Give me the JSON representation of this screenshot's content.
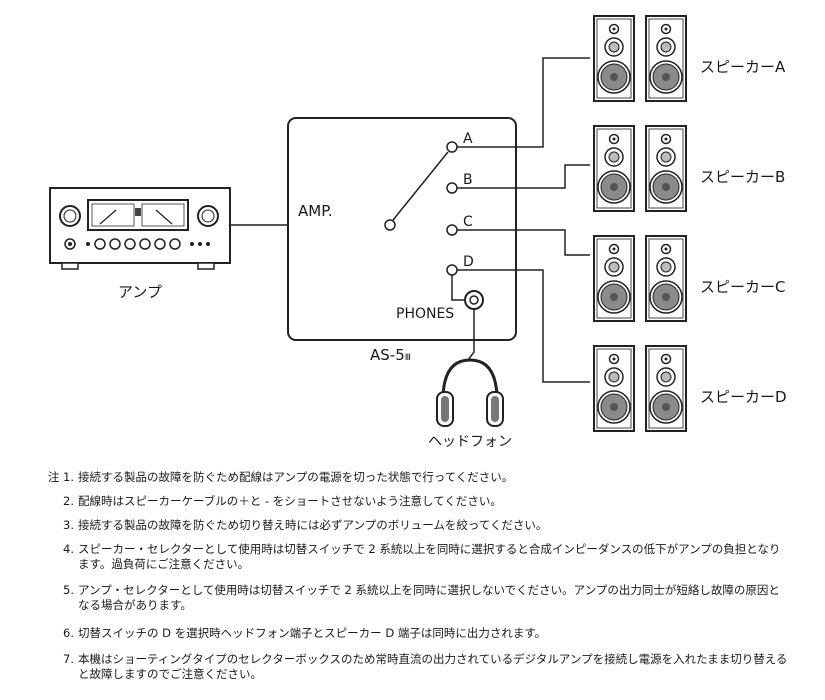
{
  "labels": {
    "amp_in": "AMP.",
    "port_a": "A",
    "port_b": "B",
    "port_c": "C",
    "port_d": "D",
    "phones": "PHONES",
    "model": "AS-5",
    "model_suffix": "Ⅲ",
    "amplifier": "アンプ",
    "headphone": "ヘッドフォン",
    "speaker_a": "スピーカーA",
    "speaker_b": "スピーカーB",
    "speaker_c": "スピーカーC",
    "speaker_d": "スピーカーD"
  },
  "notes": {
    "prefix": "注",
    "items": [
      {
        "num": "1.",
        "text": "接続する製品の故障を防ぐため配線はアンプの電源を切った状態で行ってください。"
      },
      {
        "num": "2.",
        "text": "配線時はスピーカーケーブルの＋と - をショートさせないよう注意してください。"
      },
      {
        "num": "3.",
        "text": "接続する製品の故障を防ぐため切り替え時には必ずアンプのボリュームを絞ってください。"
      },
      {
        "num": "4.",
        "text": "スピーカー・セレクターとして使用時は切替スイッチで 2 系統以上を同時に選択すると合成インピーダンスの低下がアンプの負担となります。過負荷にご注意ください。"
      },
      {
        "num": "5.",
        "text": "アンプ・セレクターとして使用時は切替スイッチで 2 系統以上を同時に選択しないでください。アンプの出力同士が短絡し故障の原因となる場合があります。"
      },
      {
        "num": "6.",
        "text": "切替スイッチの D を選択時ヘッドフォン端子とスピーカー D 端子は同時に出力されます。"
      },
      {
        "num": "7.",
        "text": "本機はショーティングタイプのセレクターボックスのため常時直流の出力されているデジタルアンプを接続し電源を入れたまま切り替えると故障しますのでご注意ください。"
      }
    ]
  }
}
